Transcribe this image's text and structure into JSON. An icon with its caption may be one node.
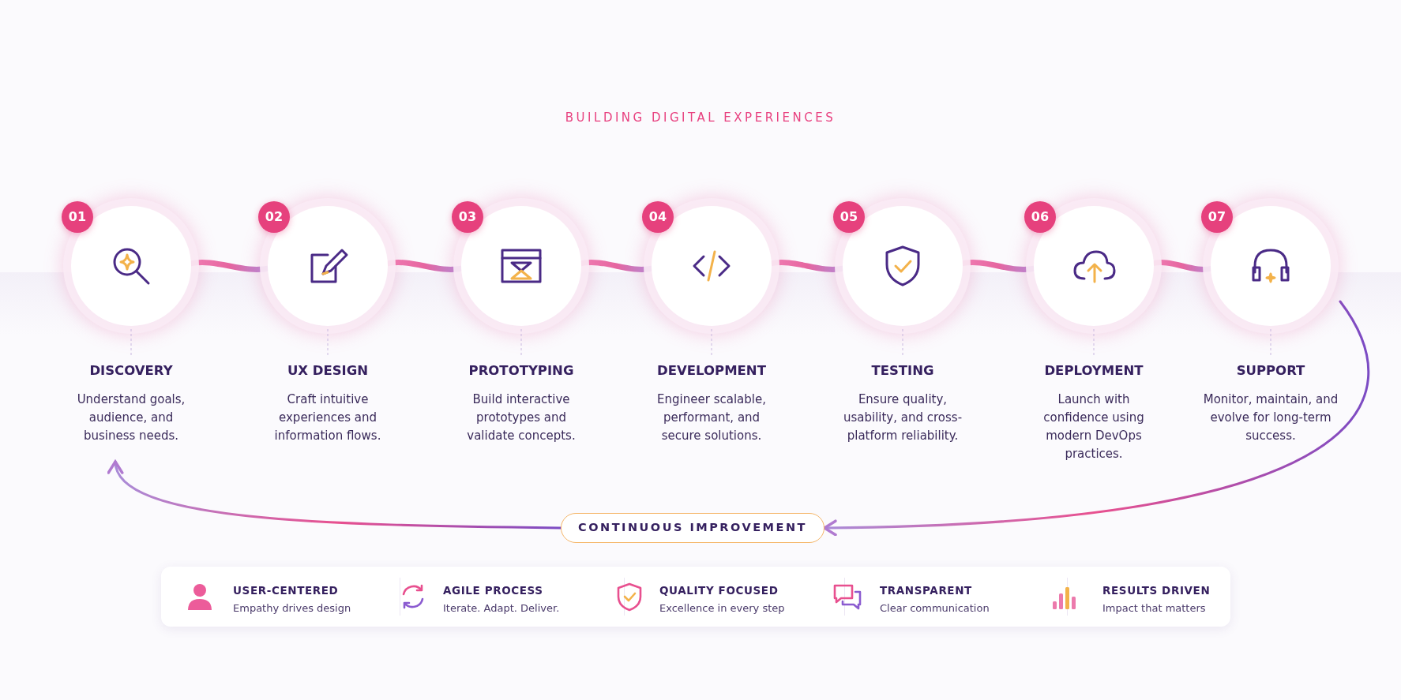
{
  "diagram": {
    "title": "BUILDING DIGITAL EXPERIENCES",
    "nodes": [
      {
        "text": [
          "01",
          "DISCOVERY",
          "Understand goals, audience, and business needs."
        ]
      },
      {
        "text": [
          "02",
          "UX DESIGN",
          "Craft intuitive experiences and information flows."
        ]
      },
      {
        "text": [
          "03",
          "PROTOTYPING",
          "Build interactive prototypes and validate concepts."
        ]
      },
      {
        "text": [
          "04",
          "DEVELOPMENT",
          "Engineer scalable, performant, and secure solutions."
        ]
      },
      {
        "text": [
          "05",
          "TESTING",
          "Ensure quality, usability, and cross-platform reliability."
        ]
      },
      {
        "text": [
          "06",
          "DEPLOYMENT",
          "Launch with confidence using modern DevOps practices."
        ]
      },
      {
        "text": [
          "07",
          "SUPPORT",
          "Monitor, maintain, and evolve for long-term success."
        ]
      },
      {
        "text": [
          "CONTINUOUS IMPROVEMENT"
        ]
      }
    ],
    "edges": [
      {
        "from": 0,
        "to": 1,
        "arrow": "none",
        "style": "thick"
      },
      {
        "from": 1,
        "to": 2,
        "arrow": "none",
        "style": "thick"
      },
      {
        "from": 2,
        "to": 3,
        "arrow": "none",
        "style": "thick"
      },
      {
        "from": 3,
        "to": 4,
        "arrow": "none",
        "style": "thick"
      },
      {
        "from": 4,
        "to": 5,
        "arrow": "none",
        "style": "thick"
      },
      {
        "from": 5,
        "to": 6,
        "arrow": "none",
        "style": "thick"
      },
      {
        "from": 6,
        "to": 7,
        "arrow": "to"
      },
      {
        "from": 7,
        "to": 0,
        "arrow": "to"
      }
    ],
    "labels": [
      "USER-CENTERED",
      "Empathy drives design",
      "AGILE PROCESS",
      "Iterate. Adapt. Deliver.",
      "QUALITY FOCUSED",
      "Excellence in every step",
      "TRANSPARENT",
      "Clear communication",
      "RESULTS DRIVEN",
      "Impact that matters"
    ]
  }
}
